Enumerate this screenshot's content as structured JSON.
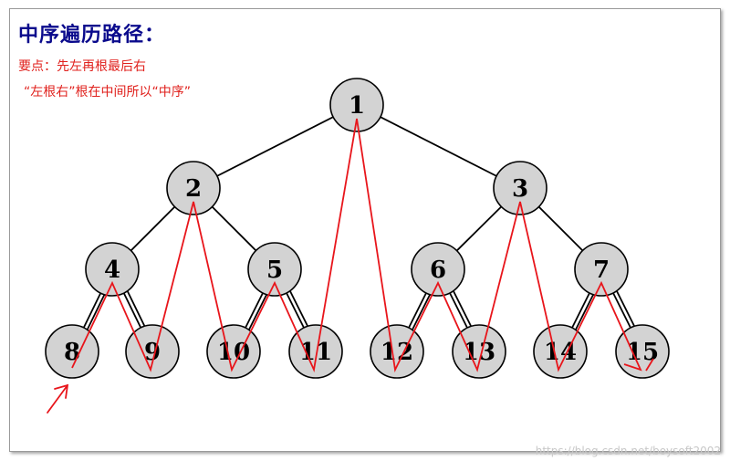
{
  "title": "中序遍历路径：",
  "notes": {
    "line1": "要点：先左再根最后右",
    "line2": "“左根右”根在中间所以“中序”"
  },
  "colors": {
    "node_fill": "#d3d3d3",
    "path": "#e8151b",
    "title": "#0a0a8c",
    "edge": "#000000"
  },
  "tree": {
    "nodes": [
      {
        "id": 1,
        "label": "1"
      },
      {
        "id": 2,
        "label": "2"
      },
      {
        "id": 3,
        "label": "3"
      },
      {
        "id": 4,
        "label": "4"
      },
      {
        "id": 5,
        "label": "5"
      },
      {
        "id": 6,
        "label": "6"
      },
      {
        "id": 7,
        "label": "7"
      },
      {
        "id": 8,
        "label": "8"
      },
      {
        "id": 9,
        "label": "9"
      },
      {
        "id": 10,
        "label": "10"
      },
      {
        "id": 11,
        "label": "11"
      },
      {
        "id": 12,
        "label": "12"
      },
      {
        "id": 13,
        "label": "13"
      },
      {
        "id": 14,
        "label": "14"
      },
      {
        "id": 15,
        "label": "15"
      }
    ],
    "edges": [
      [
        1,
        2
      ],
      [
        1,
        3
      ],
      [
        2,
        4
      ],
      [
        2,
        5
      ],
      [
        3,
        6
      ],
      [
        3,
        7
      ],
      [
        4,
        8
      ],
      [
        4,
        9
      ],
      [
        5,
        10
      ],
      [
        5,
        11
      ],
      [
        6,
        12
      ],
      [
        6,
        13
      ],
      [
        7,
        14
      ],
      [
        7,
        15
      ]
    ],
    "inorder": [
      8,
      4,
      9,
      2,
      10,
      5,
      11,
      1,
      12,
      6,
      13,
      3,
      14,
      7,
      15
    ]
  },
  "watermark": "https://blog.csdn.net/boysoft2002"
}
